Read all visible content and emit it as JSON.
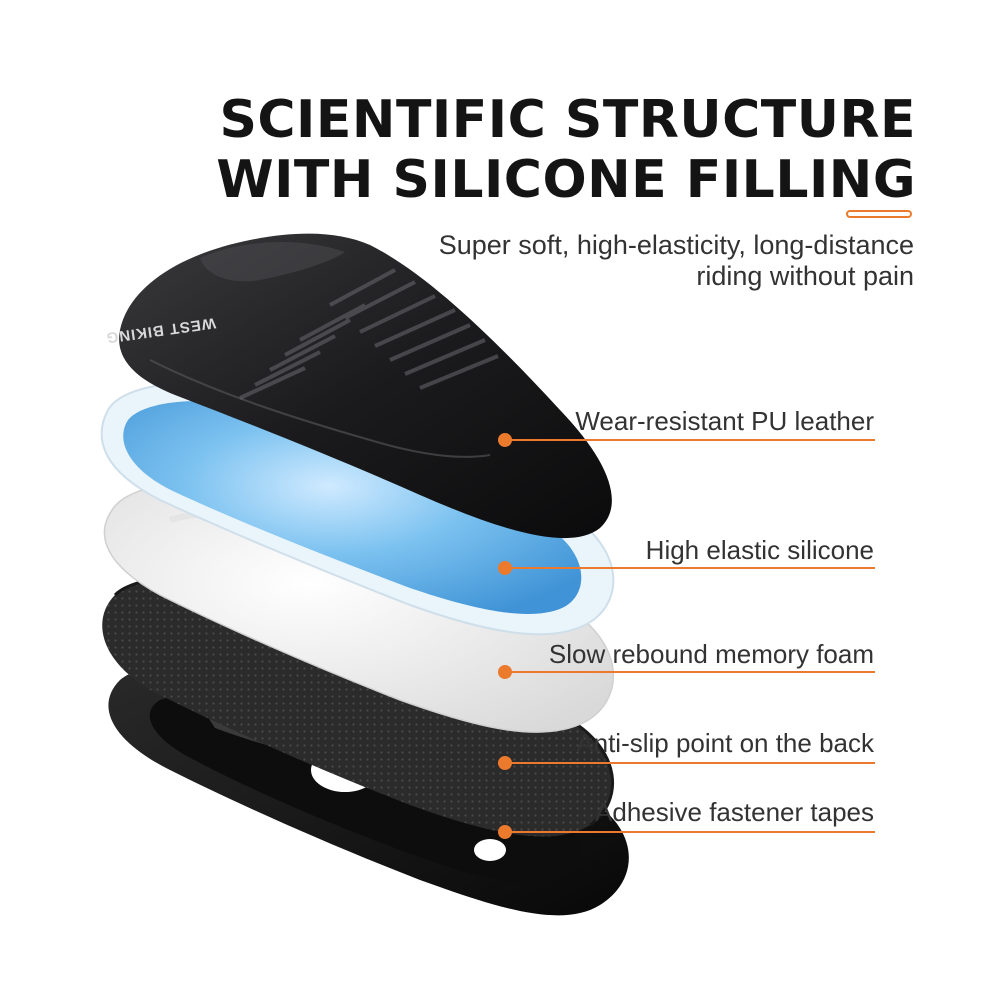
{
  "heading": {
    "line1": "SCIENTIFIC STRUCTURE",
    "line2": "WITH SILICONE FILLING"
  },
  "subheading": {
    "line1": "Super soft, high-elasticity, long-distance",
    "line2": "riding without pain"
  },
  "brand_mark": "WEST BIKING",
  "layers": [
    {
      "label": "Wear-resistant PU leather"
    },
    {
      "label": "High elastic silicone"
    },
    {
      "label": "Slow rebound memory foam"
    },
    {
      "label": "Anti-slip point on the back"
    },
    {
      "label": "Adhesive fastener tapes"
    }
  ],
  "colors": {
    "accent": "#ec7a2c",
    "heading": "#141414",
    "text": "#333333",
    "leather": "#1c1c1e",
    "silicone": "#5aaee6",
    "foam": "#ececec",
    "mesh": "#2a2a2a",
    "base": "#121212"
  }
}
